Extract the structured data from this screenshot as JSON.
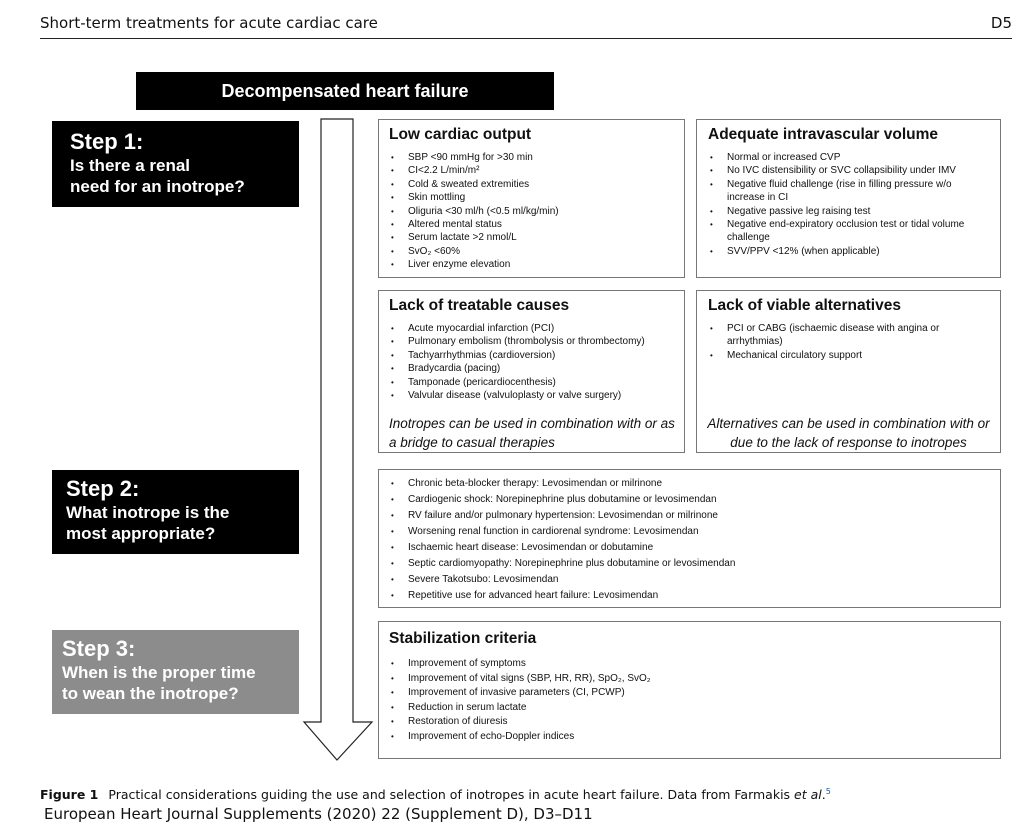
{
  "running_header": {
    "title": "Short-term treatments for acute cardiac care",
    "page": "D5"
  },
  "banner": "Decompensated heart failure",
  "steps": [
    {
      "num": "Step 1:",
      "question": "Is there a renal\nneed for an inotrope?"
    },
    {
      "num": "Step 2:",
      "question": "What inotrope is the\nmost appropriate?"
    },
    {
      "num": "Step 3:",
      "question": "When is the proper time\nto wean the inotrope?"
    }
  ],
  "boxes": {
    "low_output": {
      "title": "Low cardiac output",
      "items": [
        "SBP <90 mmHg for >30 min",
        "CI<2.2 L/min/m²",
        "Cold & sweated extremities",
        "Skin mottling",
        "Oliguria <30 ml/h (<0.5 ml/kg/min)",
        "Altered mental status",
        "Serum lactate >2 nmol/L",
        "SvO₂ <60%",
        "Liver enzyme elevation"
      ]
    },
    "volume": {
      "title": "Adequate intravascular volume",
      "items": [
        "Normal or increased CVP",
        "No IVC distensibility or SVC collapsibility under IMV",
        "Negative fluid challenge (rise in filling pressure w/o increase in CI",
        "Negative passive leg raising test",
        "Negative end-expiratory occlusion test or tidal volume challenge",
        "SVV/PPV <12% (when applicable)"
      ]
    },
    "causes": {
      "title": "Lack of treatable causes",
      "items": [
        "Acute myocardial infarction (PCI)",
        "Pulmonary embolism (thrombolysis or thrombectomy)",
        "Tachyarrhythmias (cardioversion)",
        "Bradycardia (pacing)",
        "Tamponade (pericardiocenthesis)",
        "Valvular disease (valvuloplasty or valve surgery)"
      ],
      "note": "Inotropes can be used in combination with or as a bridge to casual therapies"
    },
    "alternatives": {
      "title": "Lack of viable alternatives",
      "items": [
        "PCI or CABG (ischaemic disease with angina or arrhythmias)",
        "Mechanical circulatory support"
      ],
      "note": "Alternatives can be used in combination with or due to the lack of response to inotropes"
    },
    "step2": {
      "items": [
        "Chronic beta-blocker therapy: Levosimendan or milrinone",
        "Cardiogenic shock: Norepinephrine plus dobutamine or levosimendan",
        "RV failure and/or pulmonary hypertension: Levosimendan or milrinone",
        "Worsening renal function in cardiorenal syndrome: Levosimendan",
        "Ischaemic heart disease: Levosimendan or dobutamine",
        "Septic cardiomyopathy: Norepinephrine plus dobutamine or levosimendan",
        "Severe Takotsubo: Levosimendan",
        "Repetitive use for advanced heart failure: Levosimendan"
      ]
    },
    "step3": {
      "title": "Stabilization criteria",
      "items": [
        "Improvement of symptoms",
        "Improvement of vital signs (SBP, HR, RR), SpO₂, SvO₂",
        "Improvement of invasive parameters (CI, PCWP)",
        "Reduction in serum lactate",
        "Restoration of diuresis",
        "Improvement of echo-Doppler indices"
      ]
    }
  },
  "caption": {
    "label": "Figure 1",
    "text": "Practical considerations guiding the use and selection of inotropes in acute heart failure. Data from Farmakis ",
    "etal": "et al",
    "period": ".",
    "ref": "5"
  },
  "journal_line": "European Heart Journal Supplements (2020) 22 (Supplement D), D3–D11"
}
